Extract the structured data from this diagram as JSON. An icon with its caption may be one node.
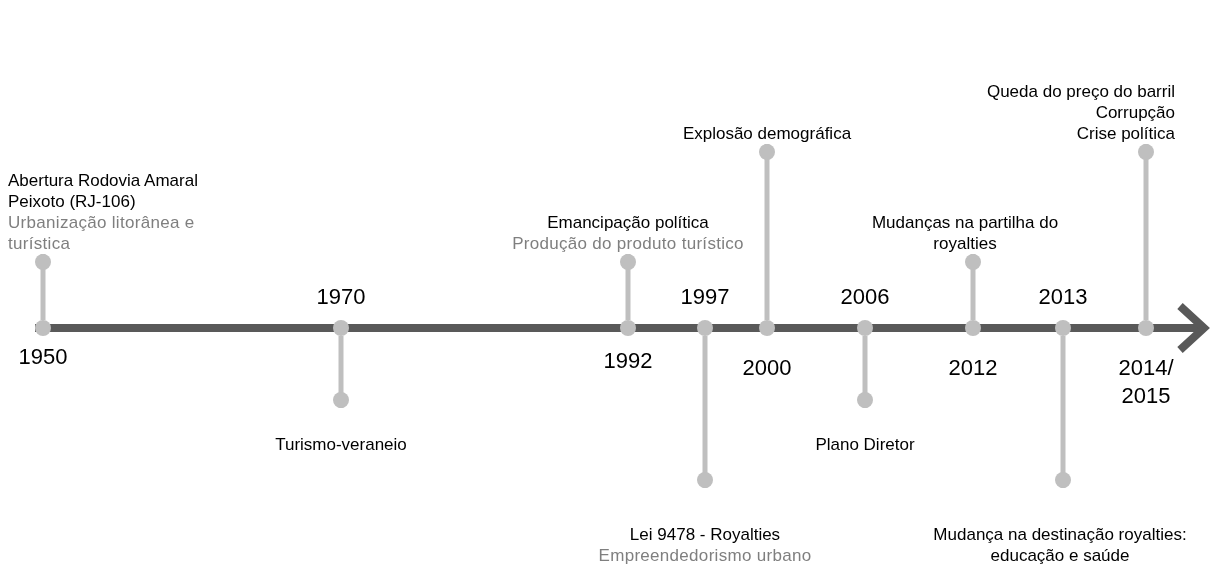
{
  "diagram": {
    "nodes": [
      {
        "text": [],
        "shape": "circle",
        "beside": [
          "1950"
        ]
      },
      {
        "text": [],
        "shape": "circle",
        "beside": [
          "1970"
        ]
      },
      {
        "text": [],
        "shape": "circle",
        "beside": [
          "1992"
        ]
      },
      {
        "text": [],
        "shape": "circle",
        "beside": [
          "1997"
        ]
      },
      {
        "text": [],
        "shape": "circle",
        "beside": [
          "2000"
        ]
      },
      {
        "text": [],
        "shape": "circle",
        "beside": [
          "2006"
        ]
      },
      {
        "text": [],
        "shape": "circle",
        "beside": [
          "2012"
        ]
      },
      {
        "text": [],
        "shape": "circle",
        "beside": [
          "2013"
        ]
      },
      {
        "text": [],
        "shape": "circle",
        "beside": [
          "2014/ 2015"
        ]
      },
      {
        "text": [
          "Abertura Rodovia Amaral Peixoto (RJ-106)",
          "Urbanização litorânea e turística"
        ]
      },
      {
        "text": [
          "Turismo-veraneio"
        ]
      },
      {
        "text": [
          "Emancipação política",
          "Produção do produto turístico"
        ]
      },
      {
        "text": [
          "Lei 9478 - Royalties",
          "Empreendedorismo urbano"
        ]
      },
      {
        "text": [
          "Explosão demográfica"
        ]
      },
      {
        "text": [
          "Plano Diretor"
        ]
      },
      {
        "text": [
          "Mudanças na partilha do royalties"
        ]
      },
      {
        "text": [
          "Mudança na destinação royalties: educação e saúde"
        ]
      },
      {
        "text": [
          "Queda do preço do barril",
          "Corrupção",
          "Crise política"
        ]
      }
    ],
    "edges": [
      {
        "from": 0,
        "to": 9,
        "arrow": "other"
      },
      {
        "from": 1,
        "to": 10,
        "arrow": "other"
      },
      {
        "from": 2,
        "to": 11,
        "arrow": "other"
      },
      {
        "from": 3,
        "to": 12,
        "arrow": "other"
      },
      {
        "from": 4,
        "to": 13,
        "arrow": "other"
      },
      {
        "from": 5,
        "to": 14,
        "arrow": "other"
      },
      {
        "from": 6,
        "to": 15,
        "arrow": "other"
      },
      {
        "from": 7,
        "to": 16,
        "arrow": "other"
      },
      {
        "from": 8,
        "to": 17,
        "arrow": "other"
      }
    ]
  }
}
